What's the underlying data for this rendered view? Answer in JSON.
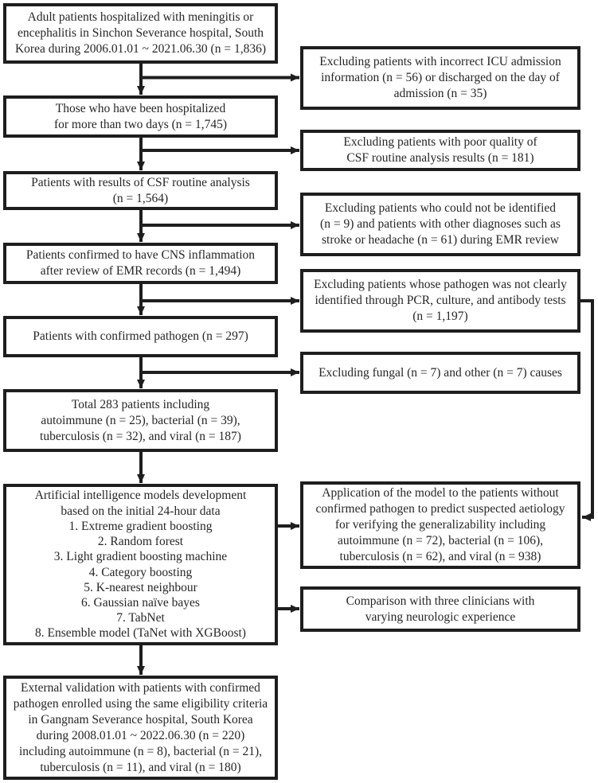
{
  "colors": {
    "background": "#ffffff",
    "box_border": "#1e1e1e",
    "text": "#262626",
    "arrow": "#1e1e1e"
  },
  "flowchart": {
    "main_path": {
      "initial_cohort": "Adult patients hospitalized with meningitis or\nencephalitis in Sinchon Severance hospital, South\nKorea during 2006.01.01 ~ 2021.06.30 (n = 1,836)",
      "hospitalized_two_days": "Those who have been hospitalized\nfor more than two days (n = 1,745)",
      "csf_analysis": "Patients with results of CSF routine analysis\n(n = 1,564)",
      "cns_inflammation": "Patients confirmed to have CNS inflammation\nafter review of EMR records (n = 1,494)",
      "confirmed_pathogen": "Patients with confirmed pathogen (n = 297)",
      "total_283": "Total 283 patients including\nautoimmune (n = 25), bacterial (n = 39),\ntuberculosis (n = 32), and viral (n = 187)",
      "ai_models": "Artificial intelligence models development\nbased on the initial 24-hour data\n1. Extreme gradient boosting\n2. Random forest\n3. Light gradient boosting machine\n4. Category boosting\n5. K-nearest neighbour\n6. Gaussian naïve bayes\n7. TabNet\n8. Ensemble model (TaNet with XGBoost)",
      "external_validation": "External validation with patients with confirmed\npathogen enrolled using the same eligibility criteria\nin Gangnam Severance hospital, South Korea\nduring 2008.01.01 ~ 2022.06.30 (n = 220)\nincluding autoimmune (n = 8), bacterial (n = 21),\ntuberculosis (n = 11), and viral (n = 180)"
    },
    "exclusions": {
      "icu_admission": "Excluding patients with incorrect ICU admission\ninformation (n = 56) or discharged on the day of\nadmission (n = 35)",
      "csf_quality": "Excluding patients with poor quality of\nCSF routine analysis results (n = 181)",
      "emr_review": "Excluding patients who could not be identified\n(n = 9) and patients with other diagnoses such as\nstroke or headache (n = 61) during EMR review",
      "pathogen_unclear": "Excluding patients whose pathogen was not clearly\nidentified through PCR, culture, and antibody tests\n(n = 1,197)",
      "fungal_other": "Excluding fungal (n = 7) and other (n = 7) causes"
    },
    "applications": {
      "model_application": "Application of the model to the patients without\nconfirmed pathogen to predict suspected aetiology\nfor verifying the generalizability including\nautoimmune (n = 72), bacterial (n = 106),\ntuberculosis (n = 62), and viral (n = 938)",
      "clinician_comparison": "Comparison with three clinicians with\nvarying neurologic experience"
    }
  }
}
